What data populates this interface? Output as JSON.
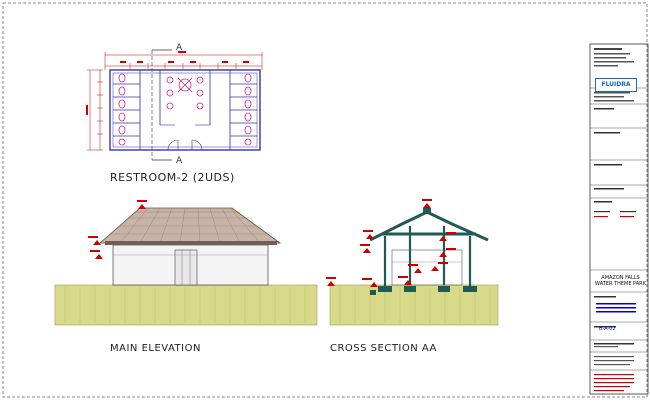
{
  "titles": {
    "restroom": "RESTROOM-2 (2UDS)",
    "main_elevation": "MAIN ELEVATION",
    "cross_section": "CROSS SECTION AA"
  },
  "section_marker": "A",
  "titleblock": {
    "logo": "FLUIDRA",
    "project_line1": "AMAZON FALLS",
    "project_line2": "WATER THEME PARK",
    "sheet_no": "B-A-02"
  },
  "colors": {
    "ground": "#d9d98a",
    "roof": "#c8b4a6",
    "structure_teal": "#1f5a55",
    "dimension": "#cc0000",
    "plan": "#3333aa",
    "fixture": "#cc2288"
  }
}
